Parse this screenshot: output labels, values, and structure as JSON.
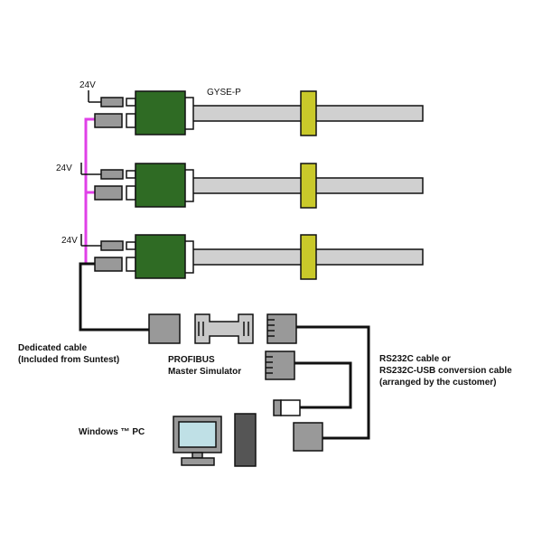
{
  "labels": {
    "v1": "24V",
    "v2": "24V",
    "v3": "24V",
    "device": "GYSE-P",
    "cable_line1": "Dedicated cable",
    "cable_line2": "(Included from Suntest)",
    "profibus_line1": "PROFIBUS",
    "profibus_line2": "Master Simulator",
    "rs232_line1": "RS232C cable or",
    "rs232_line2": "RS232C-USB conversion cable",
    "rs232_line3": "(arranged by the customer)",
    "pc": "Windows ™ PC"
  },
  "colors": {
    "motor_green": "#2f6b24",
    "collar_yellow": "#c9c92a",
    "shaft_gray": "#d0d0d0",
    "connector_gray": "#999999",
    "link_magenta": "#e040e8",
    "wire_black": "#111111",
    "monitor_teal": "#bfe0e6"
  }
}
